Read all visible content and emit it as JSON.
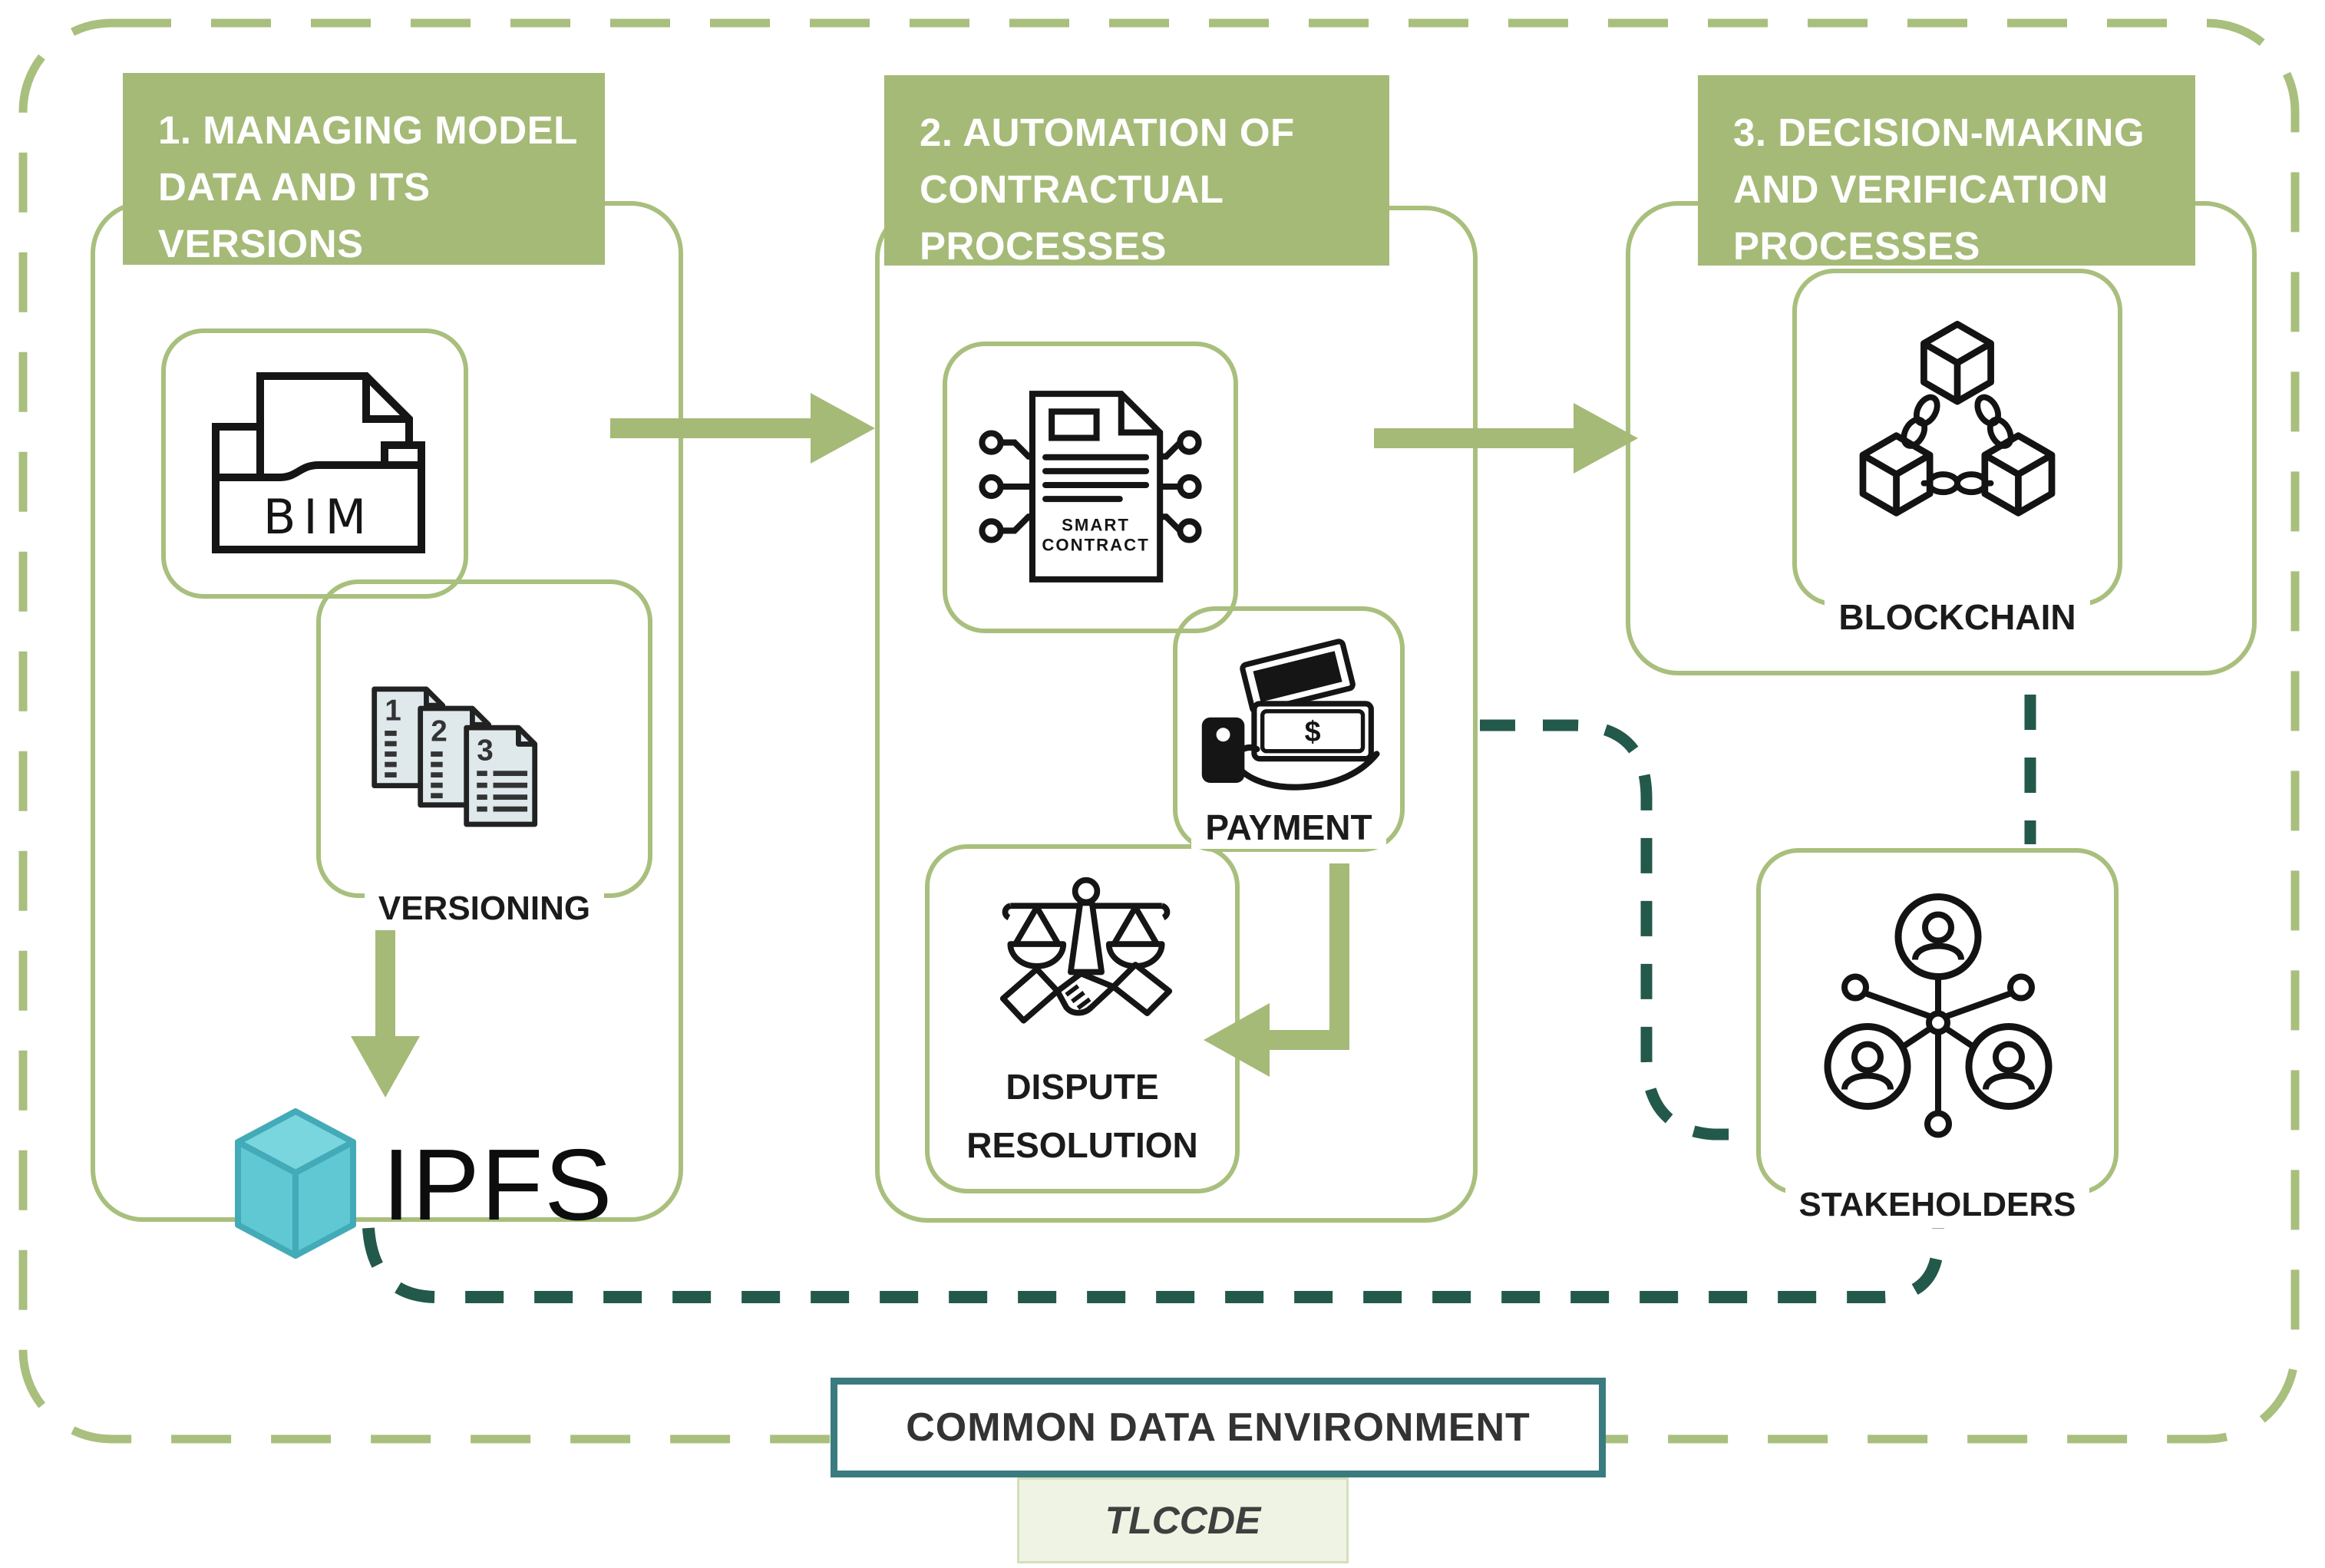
{
  "colors": {
    "olive_solid": "#a5ba77",
    "olive_border": "#a9bf7d",
    "dark_dash_green": "#23594a",
    "teal_border": "#3a7b80",
    "tlccde_bg": "#eef3e3",
    "doc_fill": "#dfe9ec",
    "ipfs_turquoise": "#5fc8d2"
  },
  "sections": [
    {
      "header": "1. MANAGING MODEL DATA AND ITS VERSIONS",
      "header_lines": [
        "1. MANAGING MODEL",
        "DATA AND ITS",
        "VERSIONS"
      ],
      "nodes": [
        {
          "name": "bim",
          "icon": "bim-folder-icon",
          "icon_text": "BIM"
        },
        {
          "name": "versioning",
          "label": "VERSIONING",
          "icon": "versioned-documents-icon",
          "doc_numbers": [
            "1",
            "2",
            "3"
          ]
        },
        {
          "name": "ipfs",
          "label": "IPFS",
          "icon": "ipfs-cube-icon"
        }
      ]
    },
    {
      "header": "2. AUTOMATION OF CONTRACTUAL PROCESSES",
      "header_lines": [
        "2. AUTOMATION OF",
        "CONTRACTUAL",
        "PROCESSES"
      ],
      "nodes": [
        {
          "name": "smart-contract",
          "icon": "smart-contract-icon",
          "icon_lines": [
            "SMART",
            "CONTRACT"
          ]
        },
        {
          "name": "payment",
          "label": "PAYMENT",
          "icon": "payment-hand-icon",
          "icon_text": "$"
        },
        {
          "name": "dispute-resolution",
          "label": "DISPUTE RESOLUTION",
          "label_lines": [
            "DISPUTE",
            "RESOLUTION"
          ],
          "icon": "dispute-resolution-icon"
        }
      ]
    },
    {
      "header": "3. DECISION-MAKING AND VERIFICATION PROCESSES",
      "header_lines": [
        "3. DECISION-MAKING",
        "AND VERIFICATION",
        "PROCESSES"
      ],
      "nodes": [
        {
          "name": "blockchain",
          "label": "BLOCKCHAIN",
          "icon": "blockchain-icon"
        },
        {
          "name": "stakeholders",
          "label": "STAKEHOLDERS",
          "icon": "stakeholders-icon"
        }
      ]
    }
  ],
  "footer": {
    "cde": "COMMON DATA ENVIRONMENT",
    "tlccde": "TLCCDE"
  }
}
